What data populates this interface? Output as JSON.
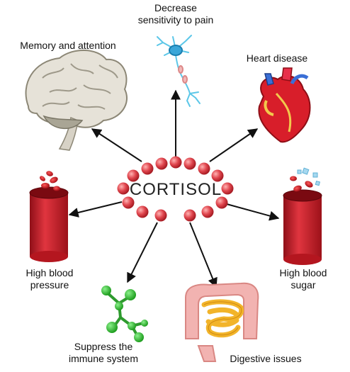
{
  "center": {
    "label": "CORTISOL"
  },
  "effects": {
    "pain": {
      "line1": "Decrease",
      "line2": "sensitivity to pain"
    },
    "memory": {
      "label": "Memory and attention"
    },
    "heart": {
      "label": "Heart disease"
    },
    "blood_pressure": {
      "line1": "High blood",
      "line2": "pressure"
    },
    "blood_sugar": {
      "line1": "High blood",
      "line2": "sugar"
    },
    "immune": {
      "line1": "Suppress the",
      "line2": "immune system"
    },
    "digestive": {
      "label": "Digestive issues"
    }
  },
  "colors": {
    "molecule": "#e0464e",
    "vessel": "#c8202b",
    "arrow": "#111111",
    "immune": "#3cc43c"
  }
}
